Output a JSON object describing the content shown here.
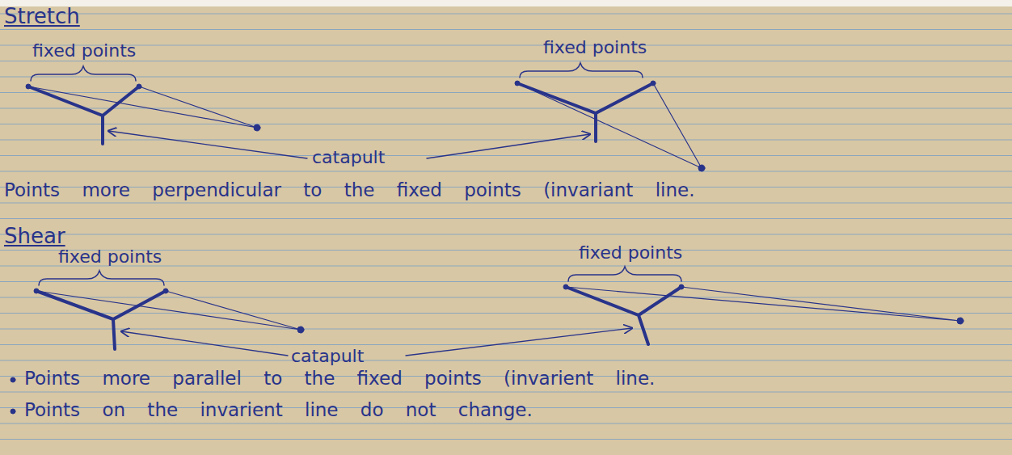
{
  "diagram": {
    "labels": [
      "Stretch",
      "fixed points",
      "fixed points",
      "catapult",
      "Points more perpendicular to the fixed points (invariant line.",
      "Shear",
      "fixed points",
      "fixed points",
      "catapult",
      "Points more parallel to the fixed points (invarient line.",
      "Points on the invarient line do not change."
    ]
  }
}
